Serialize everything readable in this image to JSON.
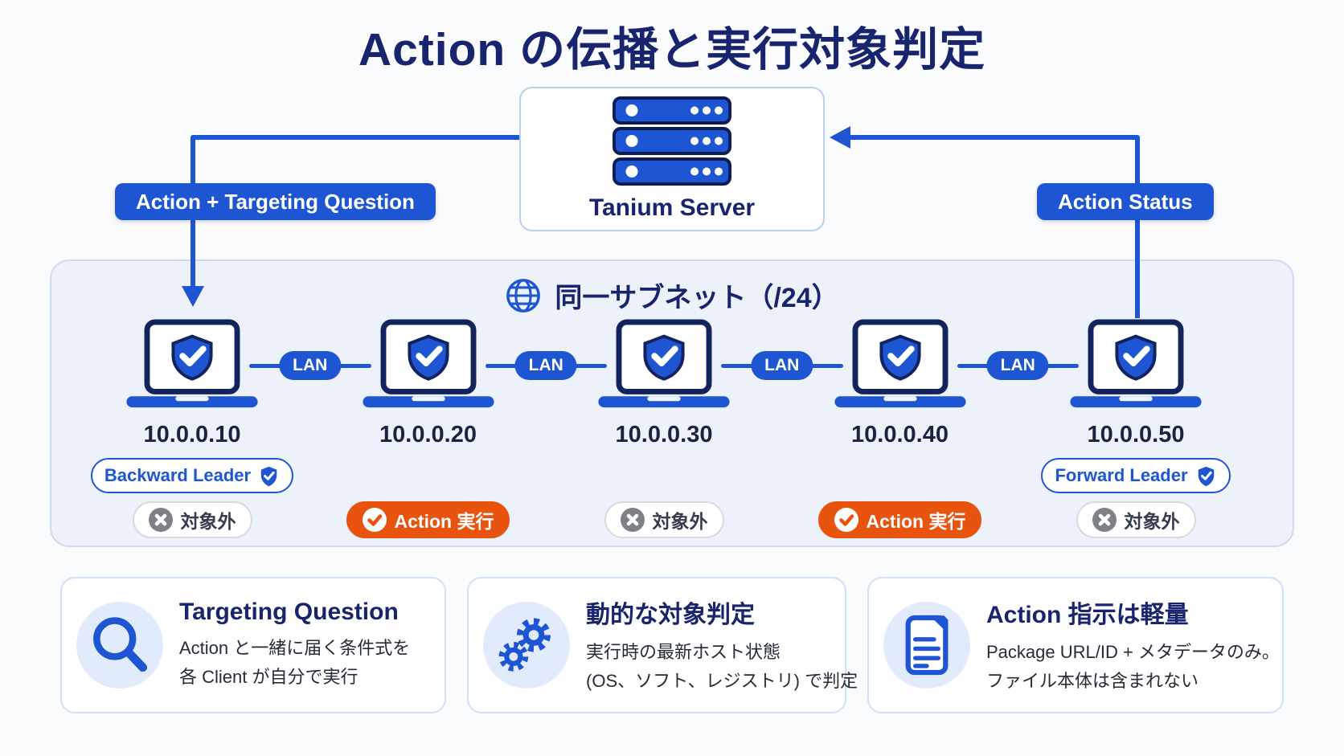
{
  "title": "Action の伝播と実行対象判定",
  "server": {
    "label": "Tanium Server",
    "icon": "server-stack-icon"
  },
  "flow": {
    "left_badge": "Action + Targeting Question",
    "right_badge": "Action Status"
  },
  "subnet": {
    "header": "同一サブネット（/24）",
    "header_icon": "globe-icon",
    "lan_label": "LAN",
    "clients": [
      {
        "ip": "10.0.0.10",
        "role": "Backward Leader",
        "status": "対象外",
        "status_type": "excluded"
      },
      {
        "ip": "10.0.0.20",
        "role": null,
        "status": "Action 実行",
        "status_type": "execute"
      },
      {
        "ip": "10.0.0.30",
        "role": null,
        "status": "対象外",
        "status_type": "excluded"
      },
      {
        "ip": "10.0.0.40",
        "role": null,
        "status": "Action 実行",
        "status_type": "execute"
      },
      {
        "ip": "10.0.0.50",
        "role": "Forward Leader",
        "status": "対象外",
        "status_type": "excluded"
      }
    ]
  },
  "cards": [
    {
      "icon": "magnifier-icon",
      "title": "Targeting Question",
      "lines": [
        "Action と一緒に届く条件式を",
        "各 Client が自分で実行"
      ]
    },
    {
      "icon": "gears-icon",
      "title": "動的な対象判定",
      "lines": [
        "実行時の最新ホスト状態",
        "(OS、ソフト、レジストリ) で判定"
      ]
    },
    {
      "icon": "document-icon",
      "title": "Action 指示は軽量",
      "lines": [
        "Package URL/ID + メタデータのみ。",
        "ファイル本体は含まれない"
      ]
    }
  ],
  "colors": {
    "accent_blue": "#1e55d2",
    "navy": "#19246e",
    "laptop_outline": "#13235e",
    "orange": "#e8530e",
    "gray_icon": "#7e8287",
    "subnet_bg": "#edf1f9",
    "card_border": "#cfe0f7"
  }
}
